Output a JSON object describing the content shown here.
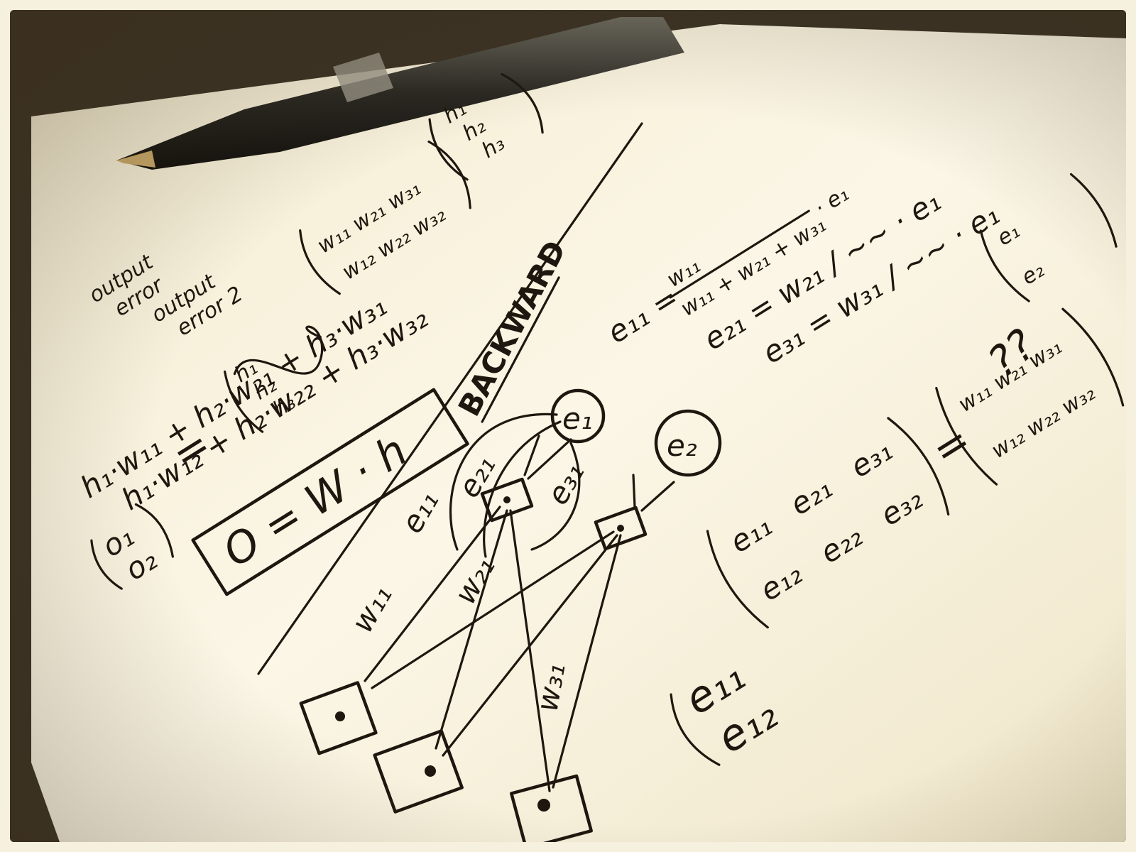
{
  "notes": {
    "output_annotations": [
      "output",
      "error",
      "output",
      "error 2"
    ],
    "forward_eq": {
      "row1": "h₁·w₁₁ + h₂·w₂₁ + h₃·w₃₁",
      "row2": "h₁·w₁₂ + h₂·w₂₂ + h₃·w₃₂",
      "o_vec": [
        "o₁",
        "o₂"
      ],
      "w_matrix_row1": "w₁₁ w₂₁ w₃₁",
      "w_matrix_row2": "w₁₂ w₂₂ w₃₂",
      "h_vec": [
        "h₁",
        "h₂",
        "h₃"
      ],
      "boxed_eq": "O = W · h"
    },
    "section_label": "BACKWARD",
    "backward_eq": {
      "e11_lhs": "e₁₁ =",
      "e11_frac_num": "w₁₁",
      "e11_frac_den": "w₁₁ + w₂₁ + w₃₁",
      "e11_mult": "· e₁",
      "e21": "e₂₁ = w₂₁ / ~~ · e₁",
      "e31": "e₃₁ = w₃₁ / ~~ · e₁"
    },
    "network": {
      "error_nodes": [
        "e₁",
        "e₂"
      ],
      "edge_labels": [
        "e₁₁",
        "e₂₁",
        "e₃₁",
        "w₁₁",
        "w₂₁",
        "w₃₁"
      ]
    },
    "matrix_eq": {
      "lhs_row1": [
        "e₁₁",
        "e₂₁",
        "e₃₁"
      ],
      "lhs_row2": [
        "e₁₂",
        "e₂₂",
        "e₃₂"
      ],
      "w_row1": "w₁₁ w₂₁ w₃₁",
      "w_row2": "w₁₂ w₂₂ w₃₂",
      "rhs_row1": "e₁",
      "rhs_row2": "e₂",
      "e_bottom_row1": "e₁₁",
      "e_bottom_row2": "e₁₂",
      "question": "??"
    }
  }
}
